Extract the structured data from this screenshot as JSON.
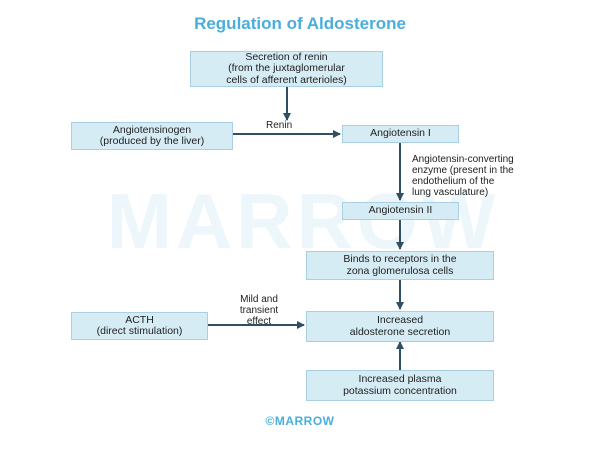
{
  "title": "Regulation of Aldosterone",
  "watermark": "MARROW",
  "boxes": {
    "renin_secretion": [
      "Secretion of renin",
      "(from the juxtaglomerular",
      "cells of afferent arterioles)"
    ],
    "angiotensinogen": [
      "Angiotensinogen",
      "(produced by the liver)"
    ],
    "angiotensin_1": [
      "Angiotensin I"
    ],
    "angiotensin_2": [
      "Angiotensin II"
    ],
    "binds_receptors": [
      "Binds to receptors in the",
      "zona glomerulosa cells"
    ],
    "acth": [
      "ACTH",
      "(direct stimulation)"
    ],
    "aldosterone": [
      "Increased",
      "aldosterone secretion"
    ],
    "potassium": [
      "Increased plasma",
      "potassium concentration"
    ]
  },
  "labels": {
    "renin": [
      "Renin"
    ],
    "ace": [
      "Angiotensin-converting",
      "enzyme (present in the",
      "endothelium of the",
      "lung vasculature)"
    ],
    "mild": [
      "Mild and",
      "transient",
      "effect"
    ]
  },
  "footer": "©MARROW",
  "colors": {
    "accent": "#4aaedc",
    "box_fill": "#d6ecf5",
    "arrow": "#2f4f63"
  }
}
